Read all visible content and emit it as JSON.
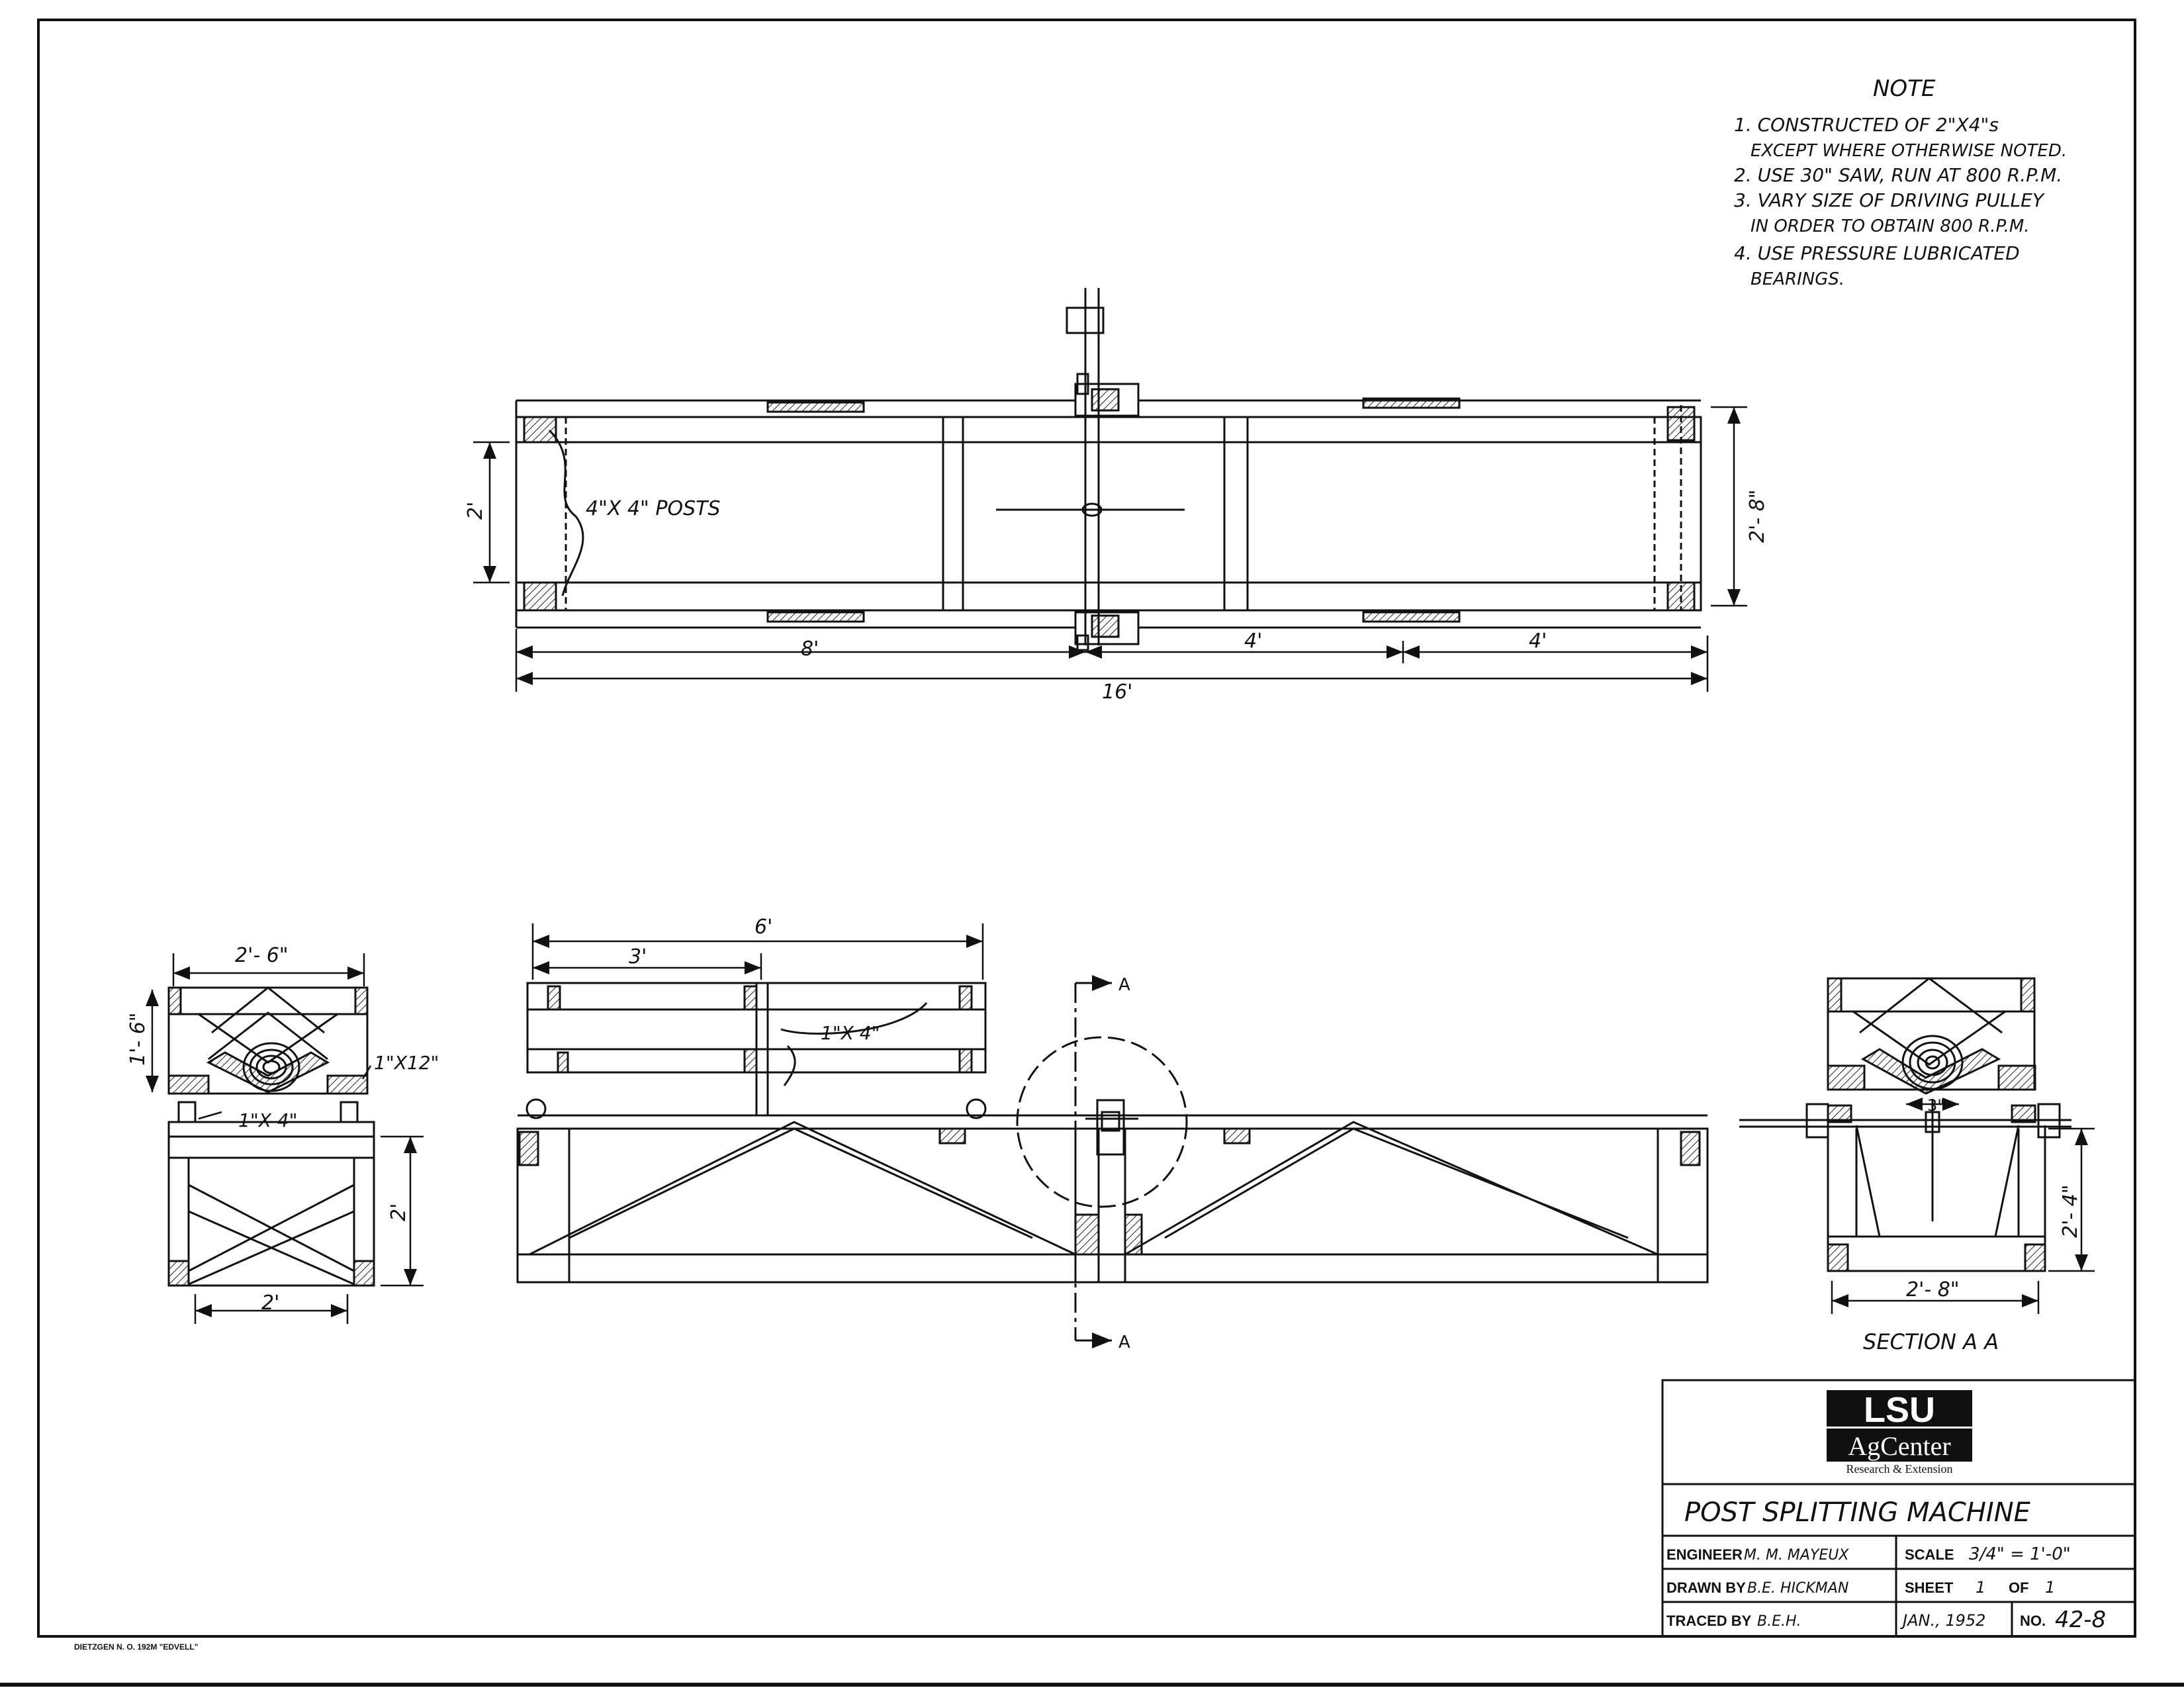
{
  "notes": {
    "heading": "NOTE",
    "lines": [
      "1. CONSTRUCTED OF 2\"X4\"s",
      "EXCEPT WHERE OTHERWISE NOTED.",
      "2. USE 30\" SAW, RUN AT 800 R.P.M.",
      "3. VARY SIZE OF DRIVING PULLEY",
      "IN ORDER TO OBTAIN 800 R.P.M.",
      "4. USE PRESSURE LUBRICATED",
      "BEARINGS."
    ]
  },
  "plan_view": {
    "posts_label": "4\"X 4\"  POSTS",
    "width_left": "2'",
    "width_right": "2'- 8\"",
    "dim_left": "8'",
    "dim_mid": "4'",
    "dim_right": "4'",
    "dim_total": "16'"
  },
  "end_view": {
    "top_width": "2'- 6\"",
    "height_upper": "1'- 6\"",
    "board_label": "1\"X12\"",
    "slat_label": "1\"X 4\"",
    "height_lower": "2'",
    "base_width": "2'"
  },
  "side_view": {
    "dim_total": "6'",
    "dim_half": "3'",
    "board_label": "1\"X 4\"",
    "section_mark_top": "A",
    "section_mark_bottom": "A"
  },
  "section_view": {
    "gap_label": "3\"",
    "height_label": "2'- 4\"",
    "width_label": "2'- 8\"",
    "caption": "SECTION  A A"
  },
  "title_block": {
    "logo_line1": "LSU",
    "logo_line2": "AgCenter",
    "logo_line3": "Research & Extension",
    "drawing_title": "POST  SPLITTING  MACHINE",
    "engineer_label": "ENGINEER",
    "engineer_value": "M. M. MAYEUX",
    "drawn_label": "DRAWN BY",
    "drawn_value": "B.E. HICKMAN",
    "traced_label": "TRACED BY",
    "traced_value": "B.E.H.",
    "scale_label": "SCALE",
    "scale_value": "3/4\" = 1'-0\"",
    "sheet_label": "SHEET",
    "sheet_value": "1",
    "of_label": "OF",
    "of_value": "1",
    "date": "JAN., 1952",
    "number_label": "NO.",
    "number_value": "42-8"
  },
  "footer_text": "DIETZGEN N. O. 192M \"EDVELL\""
}
